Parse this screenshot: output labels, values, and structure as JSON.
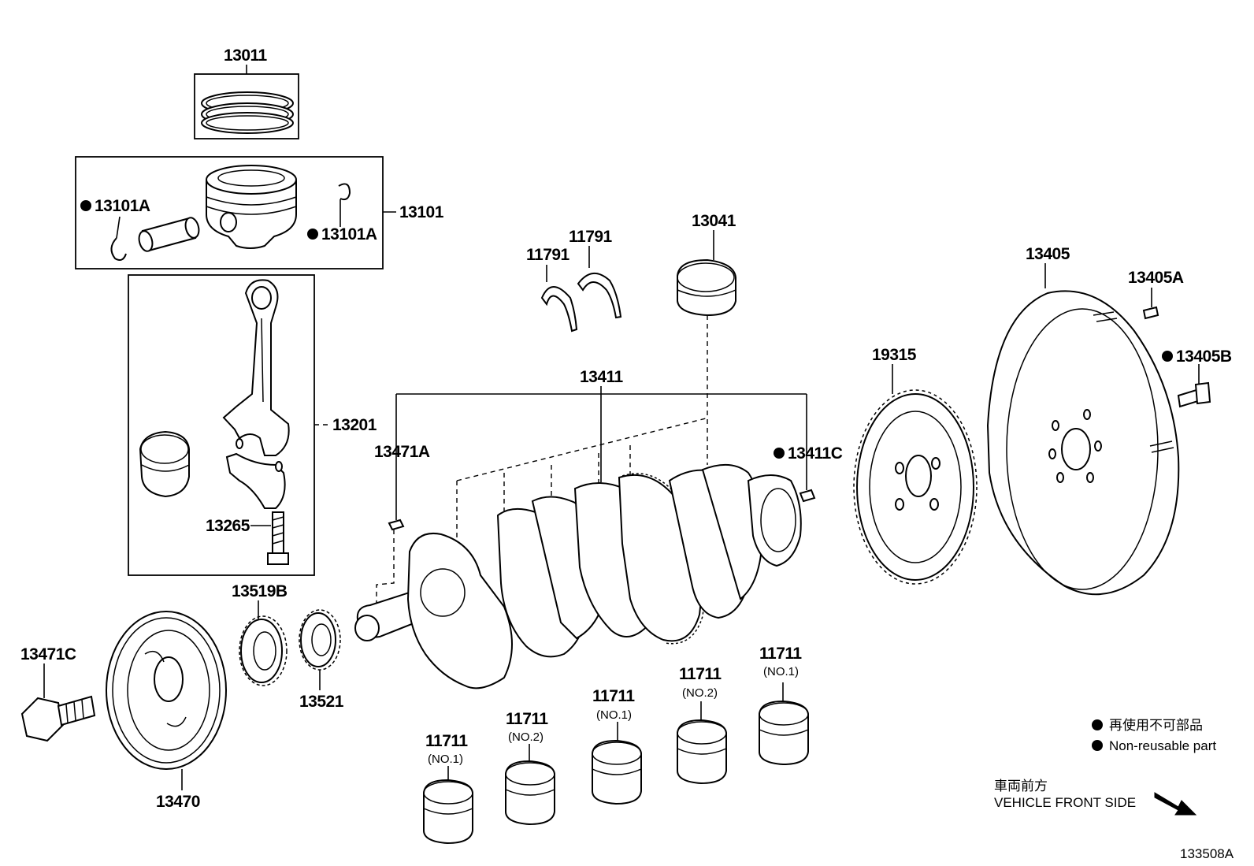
{
  "diagram": {
    "labels": {
      "piston_ring_set": "13011",
      "piston_sub_assy": "13101",
      "piston_pin_hole_snap_ring_left": "13101A",
      "piston_pin_hole_snap_ring_right": "13101A",
      "connecting_rod_sub_assy": "13201",
      "connecting_rod_bolt": "13265",
      "crankshaft_thrust_washer_left": "11791",
      "crankshaft_thrust_washer_right": "11791",
      "connecting_rod_bearing": "13041",
      "crankshaft": "13411",
      "crankshaft_pin_13471a": "13471A",
      "crankshaft_pin_13411c": "13411C",
      "timing_rotor": "19315",
      "flywheel_sub_assy": "13405",
      "flywheel_pin": "13405A",
      "flywheel_bolt": "13405B",
      "crankshaft_pulley_bolt": "13471C",
      "crankshaft_pulley": "13470",
      "crankshaft_timing_gear_13519b": "13519B",
      "crankshaft_timing_gear_13521": "13521",
      "main_bearing_1": "11711",
      "main_bearing_1_sub": "(NO.1)",
      "main_bearing_2": "11711",
      "main_bearing_2_sub": "(NO.2)",
      "main_bearing_3": "11711",
      "main_bearing_3_sub": "(NO.1)",
      "main_bearing_4": "11711",
      "main_bearing_4_sub": "(NO.2)",
      "main_bearing_5": "11711",
      "main_bearing_5_sub": "(NO.1)"
    },
    "legend": {
      "japanese": "再使用不可部品",
      "english": "Non-reusable part"
    },
    "direction": {
      "japanese": "車両前方",
      "english": "VEHICLE FRONT SIDE"
    },
    "figure_id": "133508A"
  }
}
